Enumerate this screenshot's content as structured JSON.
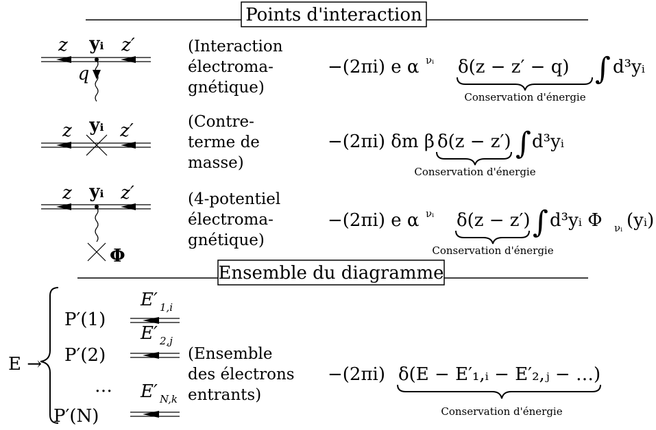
{
  "headers": {
    "interaction_points": "Points d'interaction",
    "whole_diagram": "Ensemble du diagramme"
  },
  "rows": [
    {
      "labels": {
        "left": "z",
        "vertex": "yᵢ",
        "right": "z′",
        "photon": "q"
      },
      "description": [
        "(Interaction",
        "électroma-",
        "gnétique)"
      ],
      "formula": {
        "prefix": "−(2πi) e α",
        "superscript": "νᵢ",
        "delta": "δ(z − z′ − q)",
        "integral_sign": "∫",
        "integrand": "d³yᵢ"
      },
      "brace_caption": "Conservation d'énergie"
    },
    {
      "labels": {
        "left": "z",
        "vertex": "yᵢ",
        "right": "z′"
      },
      "description": [
        "(Contre-",
        "terme de",
        "masse)"
      ],
      "formula": {
        "prefix": "−(2πi) δm β",
        "delta": "δ(z − z′)",
        "integral_sign": "∫",
        "integrand": "d³yᵢ"
      },
      "brace_caption": "Conservation d'énergie"
    },
    {
      "labels": {
        "left": "z",
        "vertex": "yᵢ",
        "right": "z′",
        "potential": "Φ"
      },
      "description": [
        "(4-potentiel",
        "électroma-",
        "gnétique)"
      ],
      "formula": {
        "prefix": "−(2πi) e α",
        "superscript": "νᵢ",
        "delta": "δ(z − z′)",
        "integral_sign": "∫",
        "integrand": "d³yᵢ Φ",
        "subscript": "νᵢ",
        "tail": "(yᵢ)"
      },
      "brace_caption": "Conservation d'énergie"
    }
  ],
  "ensemble": {
    "energy_label": "E →",
    "items": [
      {
        "momentum": "P′(1)",
        "energy": "E′",
        "energy_sub": "1,i"
      },
      {
        "momentum": "P′(2)",
        "energy": "E′",
        "energy_sub": "2,j"
      },
      {
        "momentum": "…"
      },
      {
        "momentum": "P′(N)",
        "energy": "E′",
        "energy_sub": "N,k"
      }
    ],
    "description": [
      "(Ensemble",
      "des électrons",
      "entrants)"
    ],
    "formula": {
      "prefix": "−(2πi)",
      "delta": "δ(E − E′₁,ᵢ − E′₂,ⱼ − …)"
    },
    "brace_caption": "Conservation d'énergie"
  }
}
